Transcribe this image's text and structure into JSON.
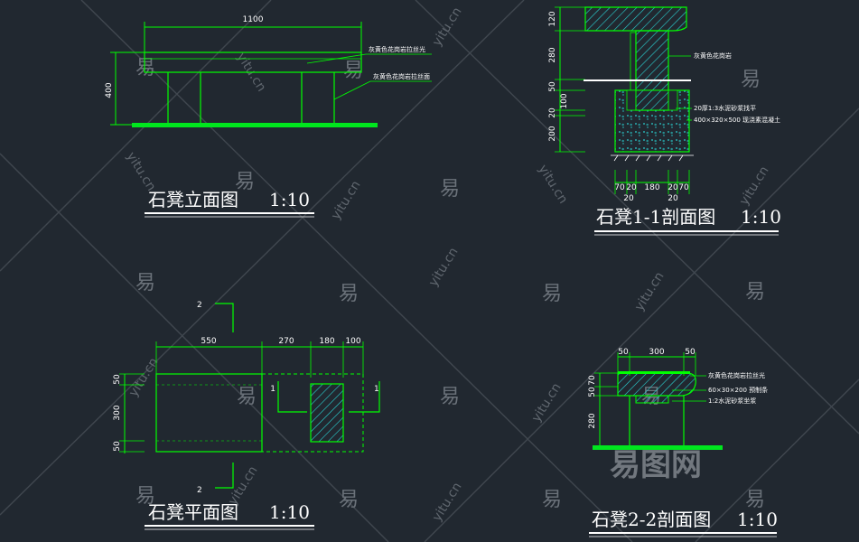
{
  "views": {
    "elevation": {
      "title": "石凳立面图",
      "scale": "1:10",
      "dim_width": "1100",
      "dim_height": "400",
      "note_top": "灰黄色花岗岩拉丝光",
      "note_leg": "灰黄色花岗岩拉丝面"
    },
    "section11": {
      "title": "石凳1-1剖面图",
      "scale": "1:10",
      "dims_left": [
        "120",
        "280",
        "50",
        "100",
        "20",
        "200"
      ],
      "dims_bottom": [
        "70",
        "20",
        "180",
        "20",
        "70"
      ],
      "dims_bottom_lower": [
        "20",
        "20"
      ],
      "note_stone": "灰黄色花岗岩",
      "note_mortar": "20厚1:3水泥砂浆找平",
      "note_base": "400×320×500 现浇素混凝土"
    },
    "plan": {
      "title": "石凳平面图",
      "scale": "1:10",
      "dims_top": [
        "550",
        "270",
        "180",
        "100"
      ],
      "dims_left": [
        "50",
        "300",
        "50"
      ],
      "cut_label_2": "2",
      "cut_label_1": "1"
    },
    "section22": {
      "title": "石凳2-2剖面图",
      "scale": "1:10",
      "dims_top": [
        "50",
        "300",
        "50"
      ],
      "dims_left": [
        "70",
        "50",
        "280"
      ],
      "note_stone": "灰黄色花岗岩拉丝光",
      "note_bar": "60×30×200 预制条",
      "note_mortar": "1:2水泥砂浆坐浆"
    }
  },
  "watermark": {
    "glyph": "易",
    "site": "yitu.cn",
    "logo": "易图网"
  },
  "colors": {
    "background": "#212830",
    "line_white": "#ffffff",
    "line_green": "#00ff00",
    "ground_green": "#00e61e",
    "hatch_cyan": "#2ad4d4",
    "watermark": "#6b727a"
  }
}
